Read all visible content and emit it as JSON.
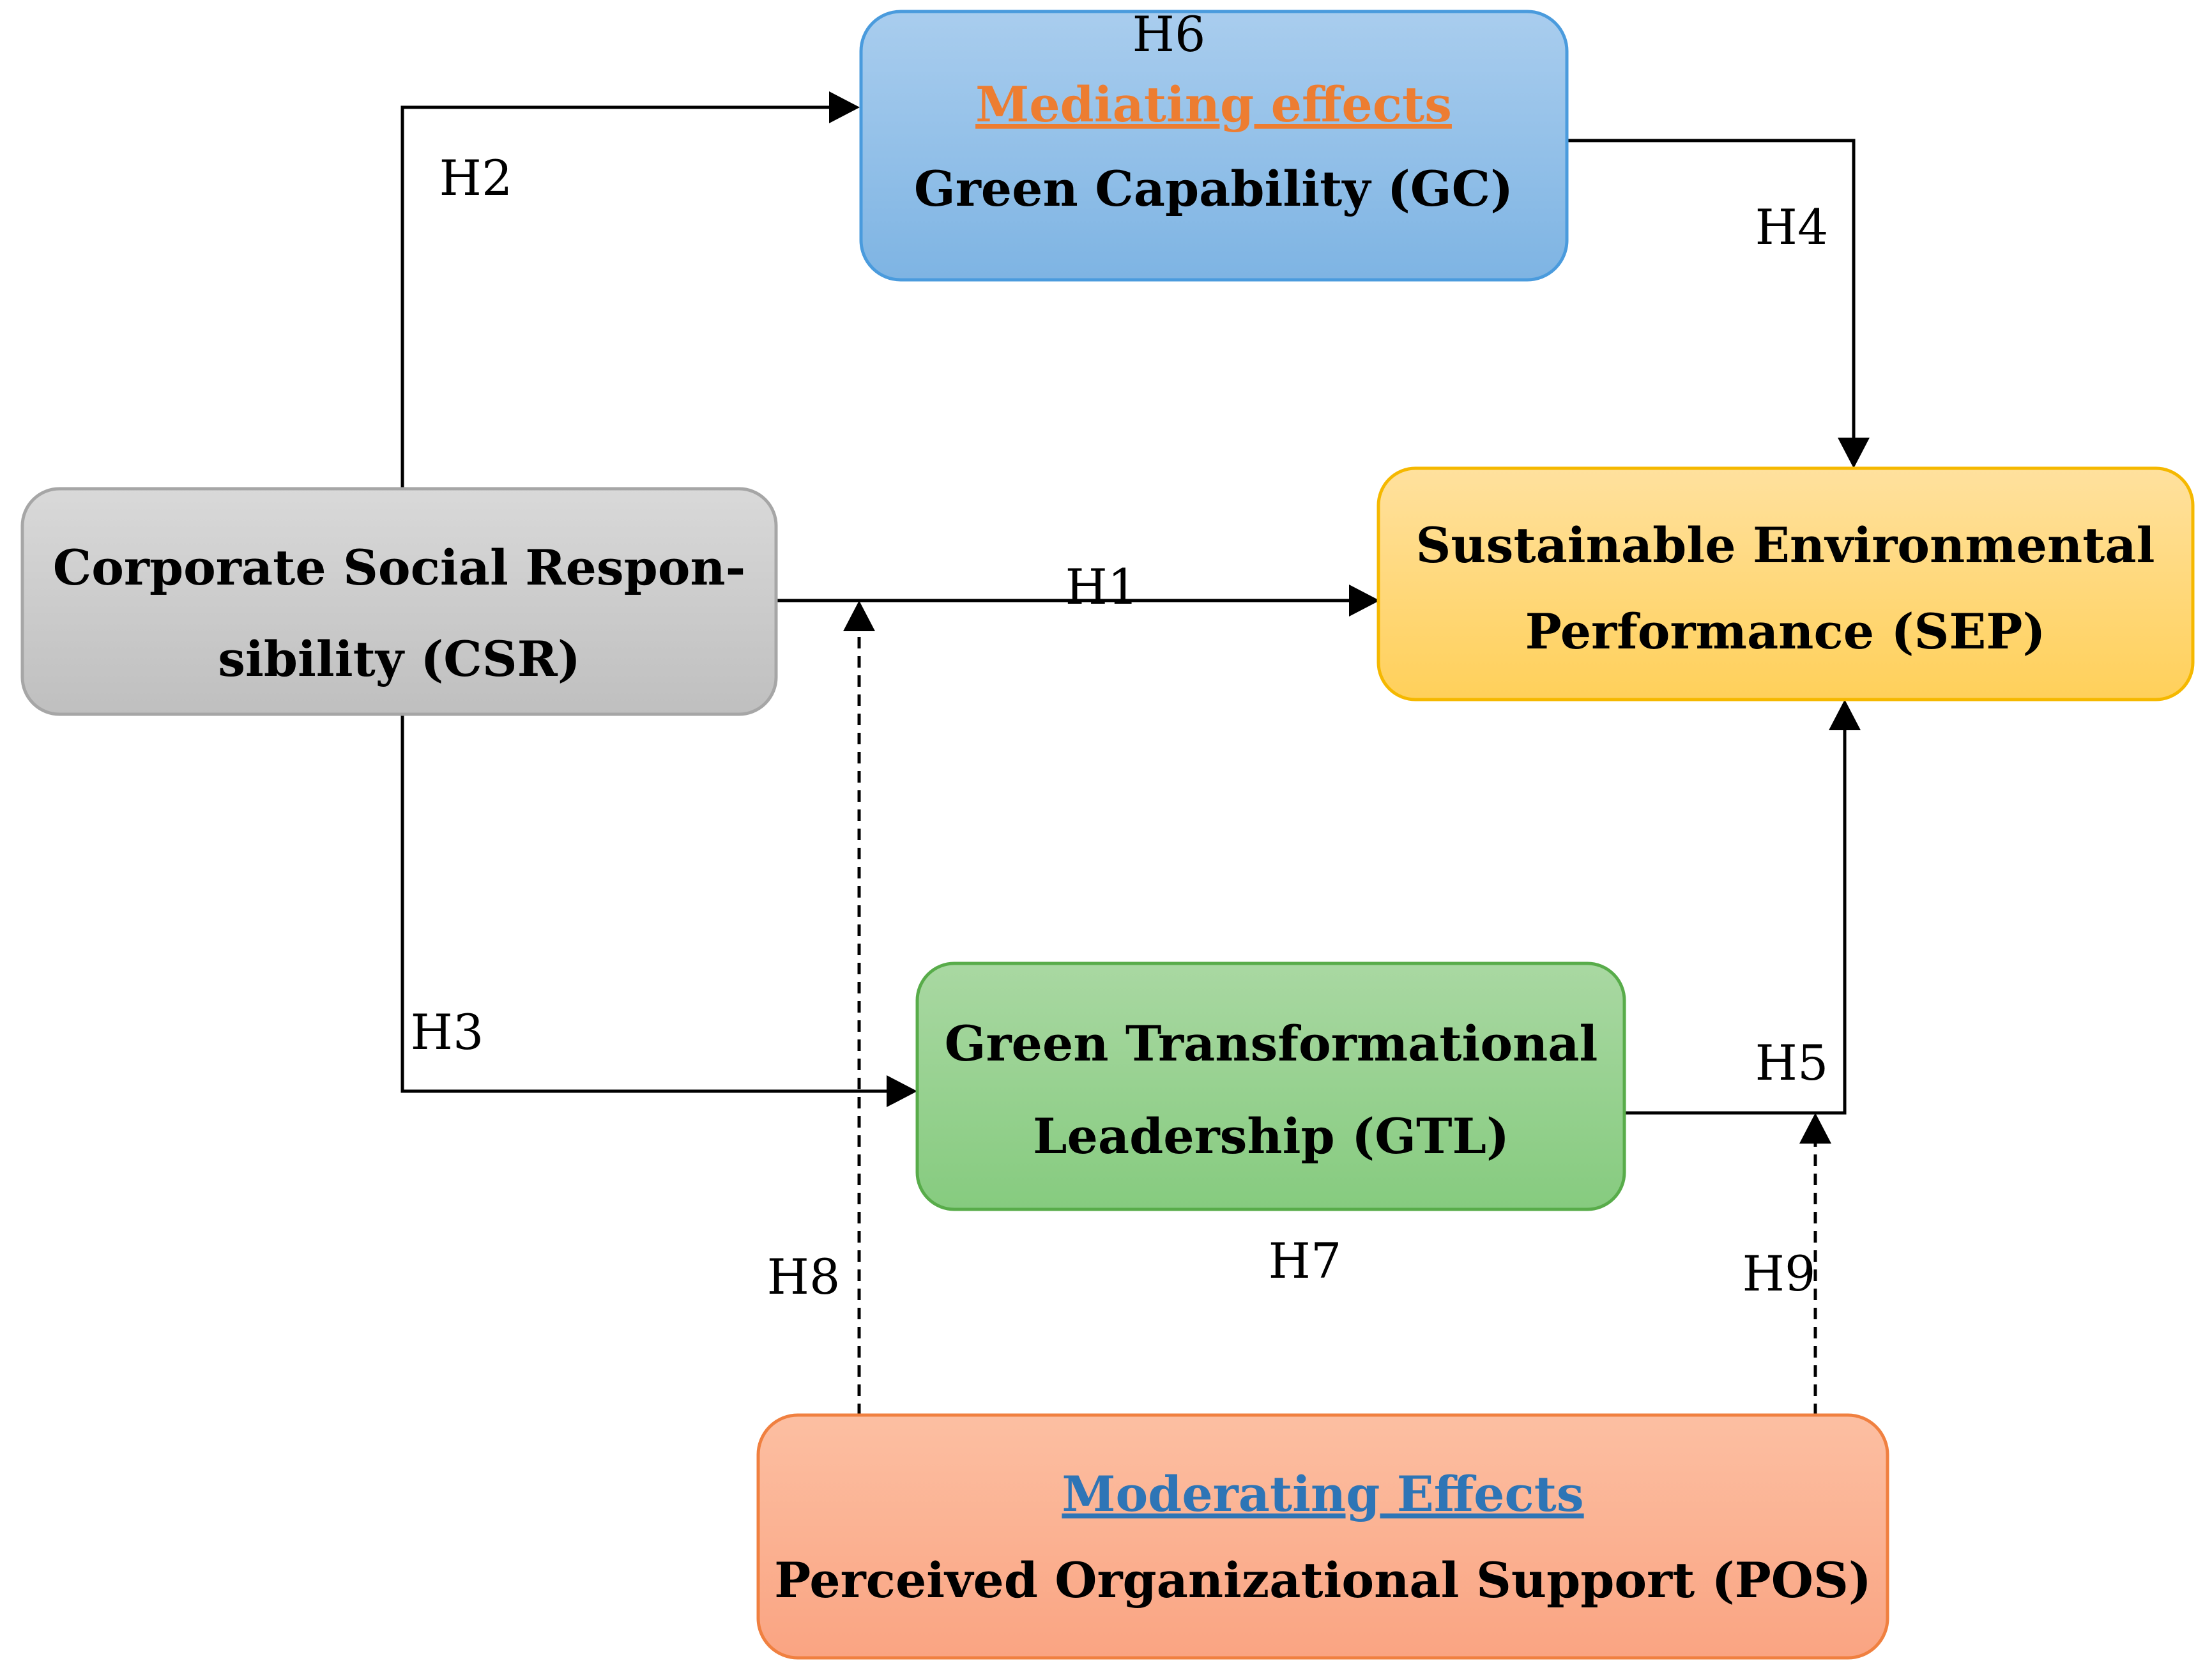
{
  "nodes": {
    "csr": {
      "line1": "Corporate Social Respon-",
      "line2": "sibility (CSR)"
    },
    "gc": {
      "subtitle": "Mediating effects",
      "title": "Green Capability (GC)"
    },
    "sep": {
      "line1": "Sustainable Environmental",
      "line2": "Performance (SEP)"
    },
    "gtl": {
      "line1": "Green Transformational",
      "line2": "Leadership (GTL)"
    },
    "pos": {
      "subtitle": "Moderating Effects",
      "title": "Perceived Organizational Support (POS)"
    }
  },
  "edges": {
    "h1": "H1",
    "h2": "H2",
    "h3": "H3",
    "h4": "H4",
    "h5": "H5",
    "h6": "H6",
    "h7": "H7",
    "h8": "H8",
    "h9": "H9"
  },
  "colors": {
    "mediating_subtitle": "#ED7D31",
    "moderating_subtitle": "#2E75B6",
    "csr_fill_top": "#D9D9D9",
    "csr_fill_bottom": "#BFBFBF",
    "gc_fill_top": "#A9CDEE",
    "gc_fill_bottom": "#7EB4E3",
    "sep_fill_top": "#FFE19E",
    "sep_fill_bottom": "#FFD05A",
    "gtl_fill_top": "#A9D8A2",
    "gtl_fill_bottom": "#86CB7F",
    "pos_fill_top": "#FCBFA2",
    "pos_fill_bottom": "#FAA482"
  }
}
